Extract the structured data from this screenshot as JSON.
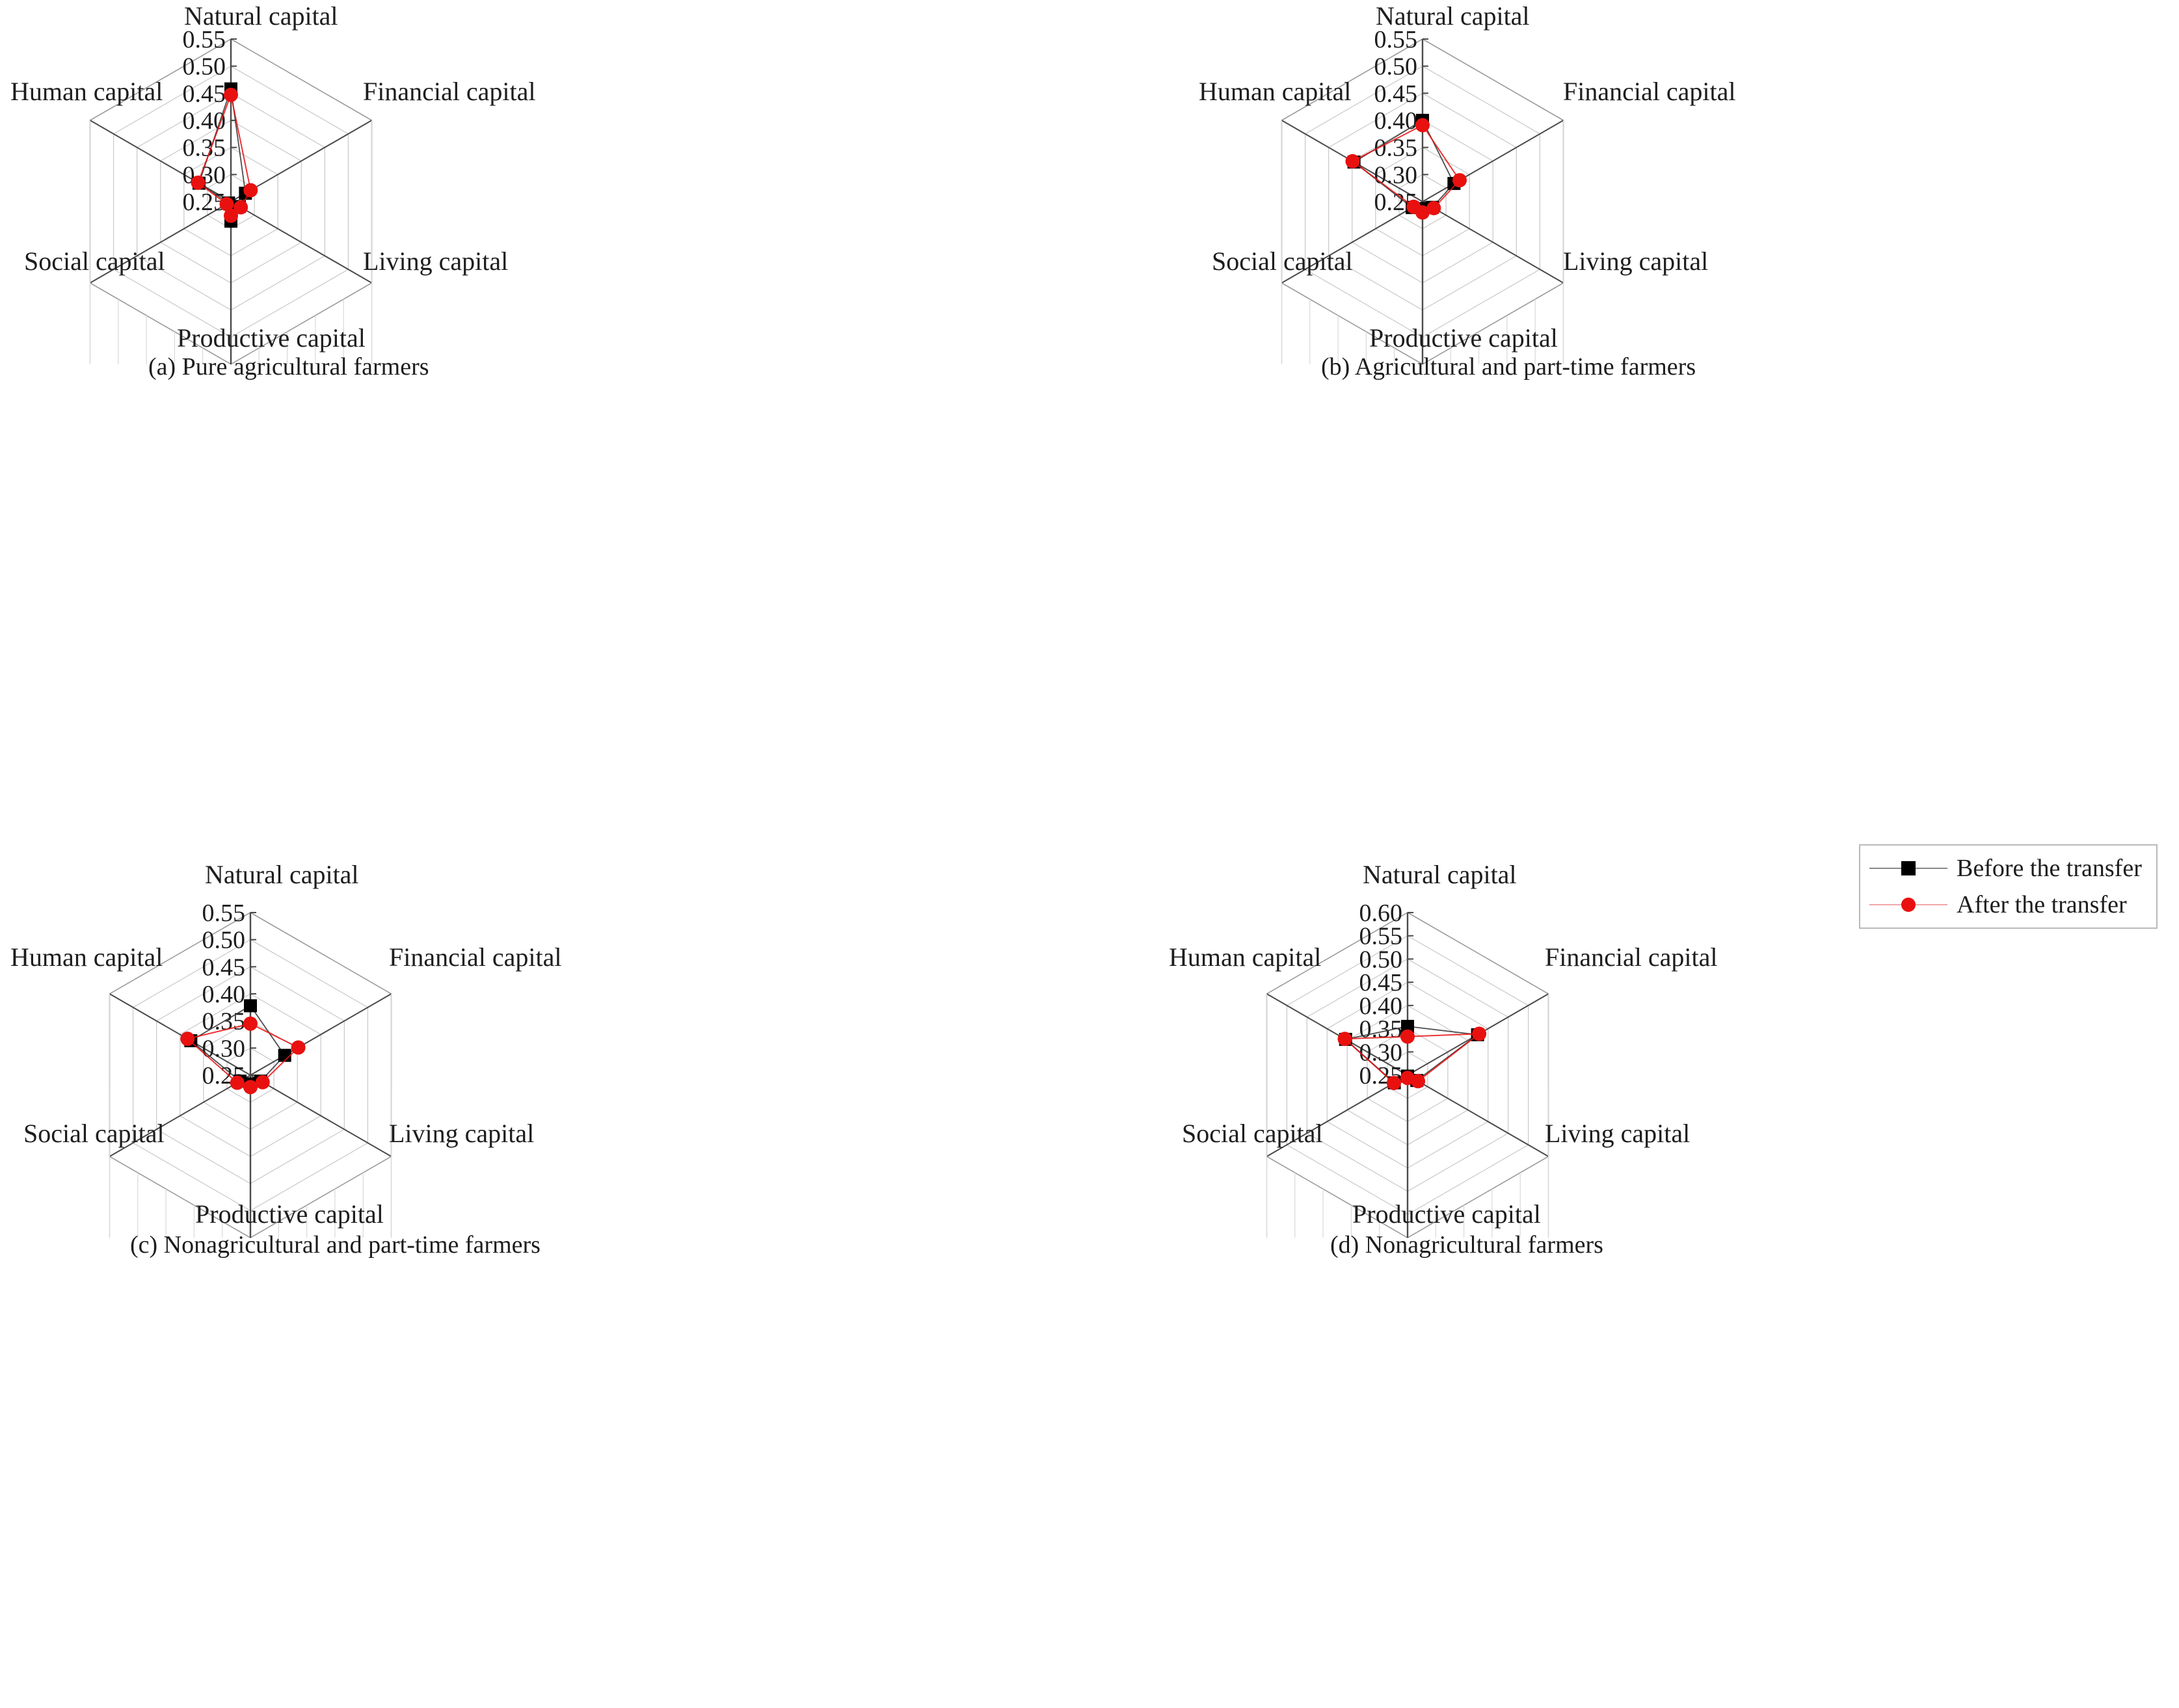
{
  "figure": {
    "axis_labels": [
      "Natural capital",
      "Financial capital",
      "Living capital",
      "Productive capital",
      "Social capital",
      "Human capital"
    ],
    "legend": {
      "position": "top-right of panel (d)",
      "entries": [
        {
          "label": "Before the transfer",
          "color": "#000000",
          "marker": "square"
        },
        {
          "label": "After the transfer",
          "color": "#e8110f",
          "marker": "circle"
        }
      ]
    },
    "colors": {
      "before": "#000000",
      "after": "#e8110f",
      "grid": "#c8c8c8",
      "spoke": "#4a4a4a",
      "text": "#1d1d1d"
    }
  },
  "chart_data": [
    {
      "type": "radar",
      "panel": "a",
      "title": "(a)  Pure agricultural farmers",
      "categories": [
        "Natural capital",
        "Financial capital",
        "Living capital",
        "Productive capital",
        "Social capital",
        "Human capital"
      ],
      "rlim": [
        0.25,
        0.55
      ],
      "tick_labels": [
        "0.25",
        "0.30",
        "0.35",
        "0.40",
        "0.45",
        "0.50",
        "0.55"
      ],
      "tick_values": [
        0.25,
        0.3,
        0.35,
        0.4,
        0.45,
        0.5,
        0.55
      ],
      "grid": true,
      "series": [
        {
          "name": "Before the transfer",
          "values": [
            0.458,
            0.281,
            0.268,
            0.286,
            0.255,
            0.318
          ]
        },
        {
          "name": "After the transfer",
          "values": [
            0.447,
            0.292,
            0.271,
            0.276,
            0.259,
            0.32
          ]
        }
      ]
    },
    {
      "type": "radar",
      "panel": "b",
      "title": "(b) Agricultural and part-time farmers",
      "categories": [
        "Natural capital",
        "Financial capital",
        "Living capital",
        "Productive capital",
        "Social capital",
        "Human capital"
      ],
      "rlim": [
        0.25,
        0.55
      ],
      "tick_labels": [
        "0.25",
        "0.30",
        "0.35",
        "0.40",
        "0.45",
        "0.50",
        "0.55"
      ],
      "tick_values": [
        0.25,
        0.3,
        0.35,
        0.4,
        0.45,
        0.5,
        0.55
      ],
      "grid": true,
      "series": [
        {
          "name": "Before the transfer",
          "values": [
            0.4,
            0.317,
            0.271,
            0.263,
            0.272,
            0.396
          ]
        },
        {
          "name": "After the transfer",
          "values": [
            0.391,
            0.329,
            0.274,
            0.27,
            0.269,
            0.399
          ]
        }
      ]
    },
    {
      "type": "radar",
      "panel": "c",
      "title": "(c) Nonagricultural and part-time farmers",
      "categories": [
        "Natural capital",
        "Financial capital",
        "Living capital",
        "Productive capital",
        "Social capital",
        "Human capital"
      ],
      "rlim": [
        0.25,
        0.55
      ],
      "tick_labels": [
        "0.25",
        "0.30",
        "0.35",
        "0.40",
        "0.45",
        "0.50",
        "0.55"
      ],
      "tick_values": [
        0.25,
        0.3,
        0.35,
        0.4,
        0.45,
        0.5,
        0.55
      ],
      "grid": true,
      "series": [
        {
          "name": "Before the transfer",
          "values": [
            0.378,
            0.323,
            0.272,
            0.266,
            0.272,
            0.377
          ]
        },
        {
          "name": "After the transfer",
          "values": [
            0.345,
            0.352,
            0.276,
            0.272,
            0.278,
            0.384
          ]
        }
      ]
    },
    {
      "type": "radar",
      "panel": "d",
      "title": "(d) Nonagricultural farmers",
      "categories": [
        "Natural capital",
        "Financial capital",
        "Living capital",
        "Productive capital",
        "Social capital",
        "Human capital"
      ],
      "rlim": [
        0.25,
        0.6
      ],
      "tick_labels": [
        "0.25",
        "0.30",
        "0.35",
        "0.40",
        "0.45",
        "0.50",
        "0.55",
        "0.60"
      ],
      "tick_values": [
        0.25,
        0.3,
        0.35,
        0.4,
        0.45,
        0.5,
        0.55,
        0.6
      ],
      "grid": true,
      "series": [
        {
          "name": "Before the transfer",
          "values": [
            0.355,
            0.424,
            0.273,
            0.252,
            0.283,
            0.404
          ]
        },
        {
          "name": "After the transfer",
          "values": [
            0.333,
            0.428,
            0.276,
            0.256,
            0.284,
            0.406
          ]
        }
      ]
    }
  ]
}
